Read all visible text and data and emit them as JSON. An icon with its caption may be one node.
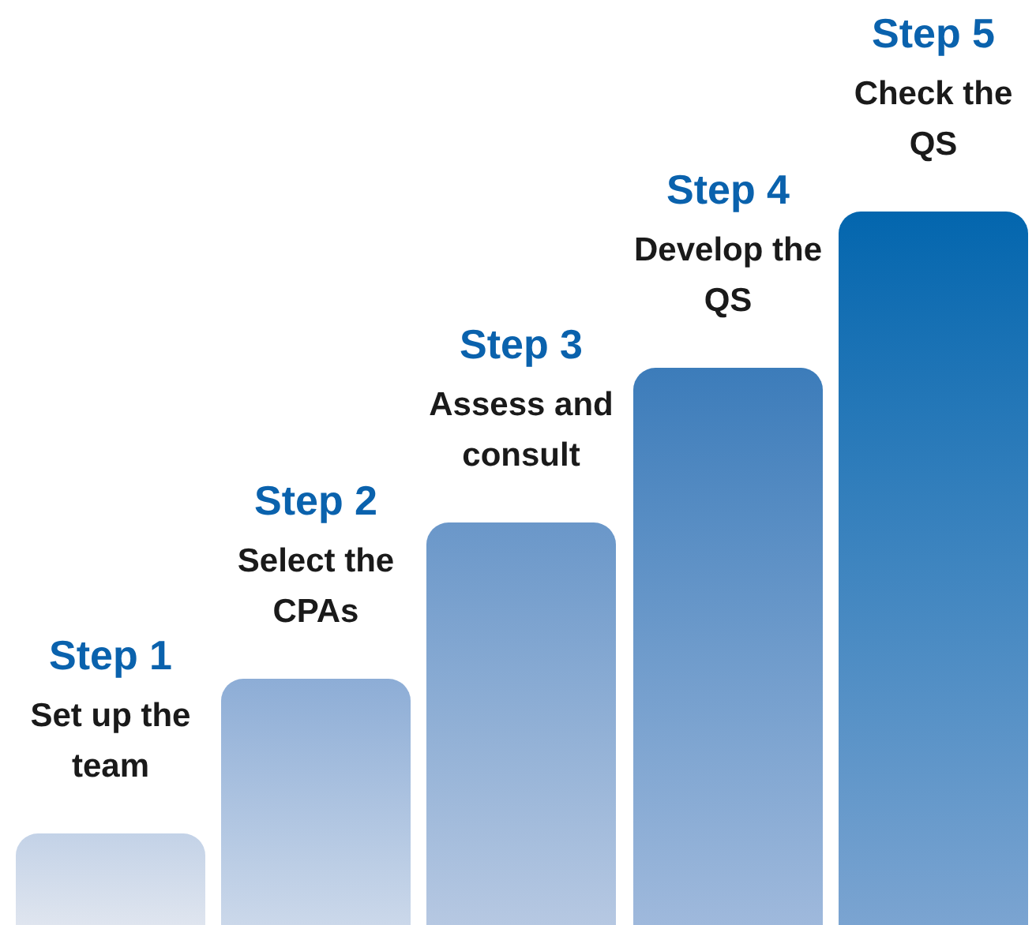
{
  "diagram": {
    "nodes": [
      {
        "text": [
          "Step 1",
          "Set up the team"
        ]
      },
      {
        "text": [
          "Step 2",
          "Select the CPAs"
        ]
      },
      {
        "text": [
          "Step 3",
          "Assess and consult"
        ]
      },
      {
        "text": [
          "Step 4",
          "Develop the QS"
        ]
      },
      {
        "text": [
          "Step 5",
          "Check the QS"
        ]
      }
    ]
  }
}
